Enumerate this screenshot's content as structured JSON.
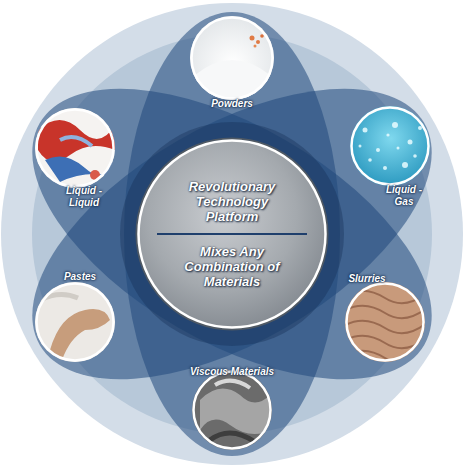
{
  "diagram": {
    "nodes": [
      {
        "text": [
          "Powders"
        ]
      },
      {
        "text": [
          "Liquid - Liquid"
        ]
      },
      {
        "text": [
          "Liquid - Gas"
        ]
      },
      {
        "text": [
          "Revolutionary Technology Platform",
          "Mixes Any Combination of Materials"
        ]
      },
      {
        "text": [
          "Pastes"
        ]
      },
      {
        "text": [
          "Slurries"
        ]
      },
      {
        "text": [
          "Viscous Materials"
        ]
      }
    ]
  }
}
